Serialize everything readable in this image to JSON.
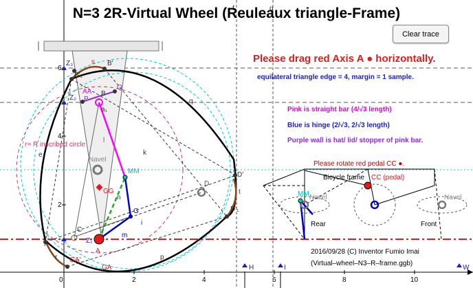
{
  "title": "N=3 2R-Virtual Wheel (Reuleaux triangle-Frame)",
  "buttons": {
    "clear_trace": "Clear trace"
  },
  "instructions": {
    "drag": "Please drag red Axis A ● horizontally.",
    "triangle": "equilateral triangle edge = 4, margin = 1 sample.",
    "pink": "Pink is straight bar (4/√3 length)",
    "blue": "Blue is hinge (2/√3, 2/√3  length)",
    "purple": "Purple wall is hat/ lid/ stopper of pink bar.",
    "rotate": "Please rotate red pedal CC ●."
  },
  "credits": {
    "copyright": "2016/09/28 (C) Inventor Fumio Imai",
    "file": "(Virtual–wheel–N3–R–frame.ggb)"
  },
  "axes": {
    "x_ticks": [
      "0",
      "2",
      "4",
      "6",
      "8",
      "10"
    ],
    "y_ticks": [
      "2",
      "4",
      "6"
    ]
  },
  "labels": {
    "Z3": "Z₃",
    "B1": "B'₁",
    "s": "s",
    "Bp": "B'",
    "AA": "AA",
    "Q": "Q",
    "Z2": "Z₂",
    "P": "P",
    "B": "B",
    "a1": "a₁",
    "q": "q",
    "f": "f",
    "g": "g",
    "l": "l",
    "r_circle": "r= R inscribed circle",
    "e": "e",
    "k": "k",
    "Navel": "Navel",
    "MM": "MM",
    "GG": "GG",
    "n": "n",
    "G": "G",
    "Dp": "D'",
    "D": "D",
    "t": "t",
    "D1": "D'₁",
    "i": "i",
    "C": "C",
    "m": "m",
    "Z1": "Z₁",
    "A": "A",
    "F": "F",
    "r": "r",
    "GAp": "GA'",
    "GA": "GA",
    "p": "p",
    "H": "H",
    "I": "I",
    "W": "W",
    "bicycle_frame": "Bicycle frame",
    "CC_pedal": "CC (pedal)",
    "MM2": "MM",
    "Navel2": "Navel",
    "Navel3": "Navel",
    "Rear": "Rear",
    "Front": "Front"
  },
  "colors": {
    "frame": "#000000",
    "brown_arc": "#8b4513",
    "pink_bar": "#ff00ff",
    "blue_hinge": "#0000cc",
    "red_axis": "#e31a1c",
    "dashed_grey": "#555555",
    "cyan_circle": "#00cccc",
    "magenta_circle": "#cc3366",
    "green_dashed": "#22aa22",
    "stopper": "#8a2be2"
  }
}
